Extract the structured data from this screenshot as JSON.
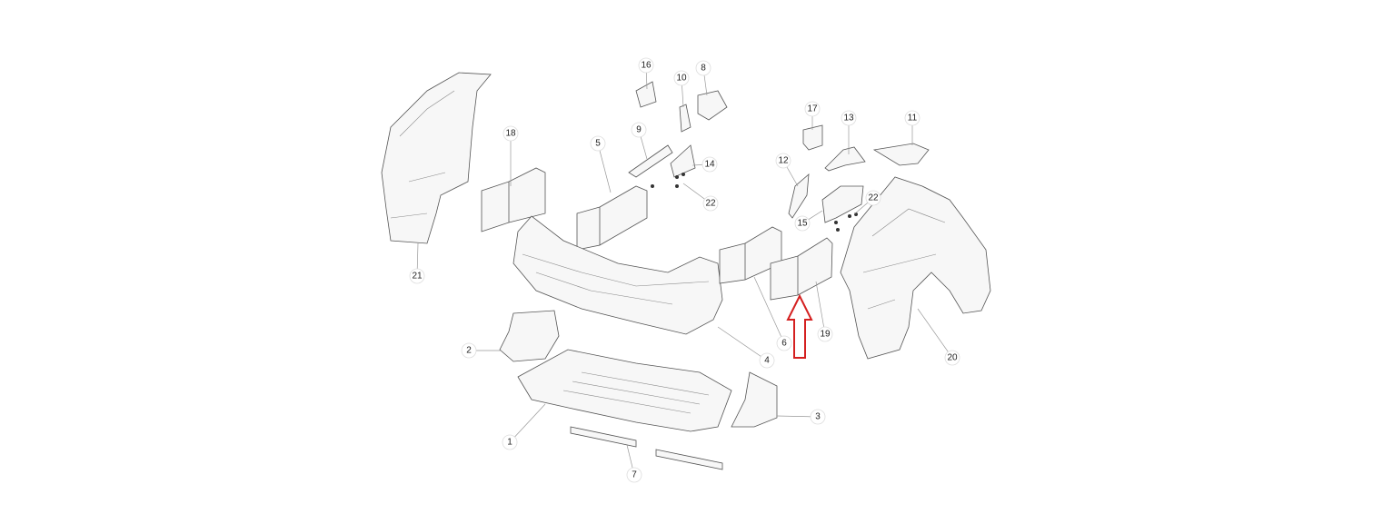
{
  "diagram": {
    "type": "exploded-parts-diagram",
    "callouts": [
      "16",
      "8",
      "10",
      "17",
      "13",
      "11",
      "18",
      "9",
      "5",
      "14",
      "12",
      "22",
      "22",
      "15",
      "21",
      "6",
      "19",
      "20",
      "2",
      "4",
      "3",
      "1",
      "7"
    ],
    "highlight_arrow_color": "#d42020"
  }
}
